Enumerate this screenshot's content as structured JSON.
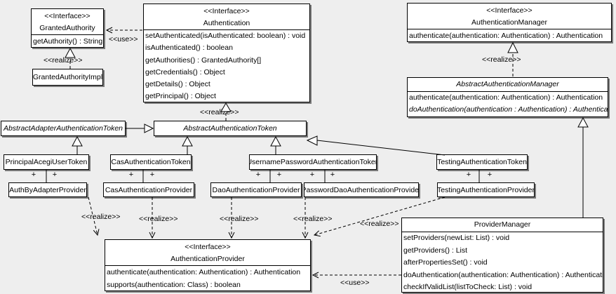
{
  "labels": {
    "use": "<<use>>",
    "realize": "<<realize>>",
    "plus": "+"
  },
  "colors": {
    "background": "#eeeeee",
    "box_fill": "#ffffff",
    "line": "#000000",
    "shadow": "#7a7a7a"
  },
  "classes": {
    "granted_authority": {
      "stereotype": "<<Interface>>",
      "name": "GrantedAuthority",
      "methods": [
        "getAuthority() : String"
      ]
    },
    "granted_authority_impl": {
      "name": "GrantedAuthorityImpl"
    },
    "authentication": {
      "stereotype": "<<Interface>>",
      "name": "Authentication",
      "methods": [
        "setAuthenticated(isAuthenticated: boolean) : void",
        "isAuthenticated() : boolean",
        "getAuthorities() : GrantedAuthority[]",
        "getCredentials() : Object",
        "getDetails() : Object",
        "getPrincipal() : Object"
      ]
    },
    "authentication_manager": {
      "stereotype": "<<Interface>>",
      "name": "AuthenticationManager",
      "methods": [
        "authenticate(authentication: Authentication) : Authentication"
      ]
    },
    "abstract_authentication_manager": {
      "name": "AbstractAuthenticationManager",
      "methods": [
        "authenticate(authentication: Authentication) : Authentication",
        "doAuthentication(authentication : Authentication) : Authentication"
      ]
    },
    "abstract_adapter_authentication_token": {
      "name": "AbstractAdapterAuthenticationToken"
    },
    "abstract_authentication_token": {
      "name": "AbstractAuthenticationToken"
    },
    "principal_acegi_user_token": {
      "name": "PrincipalAcegiUserToken"
    },
    "cas_authentication_token": {
      "name": "CasAuthenticationToken"
    },
    "username_password_authentication_token": {
      "name": "UsernamePasswordAuthenticationToken"
    },
    "testing_authentication_token": {
      "name": "TestingAuthenticationToken"
    },
    "auth_by_adapter_provider": {
      "name": "AuthByAdapterProvider"
    },
    "cas_authentication_provider": {
      "name": "CasAuthenticationProvider"
    },
    "dao_authentication_provider": {
      "name": "DaoAuthenticationProvider"
    },
    "password_dao_authentication_provider": {
      "name": "PasswordDaoAuthenticationProvider"
    },
    "testing_authentication_provider": {
      "name": "TestingAuthenticationProvider"
    },
    "authentication_provider": {
      "stereotype": "<<Interface>>",
      "name": "AuthenticationProvider",
      "methods": [
        "authenticate(authentication: Authentication) : Authentication",
        "supports(authentication: Class) : boolean"
      ]
    },
    "provider_manager": {
      "name": "ProviderManager",
      "methods": [
        "setProviders(newList: List) : void",
        "getProviders() : List",
        "afterPropertiesSet() : void",
        "doAuthentication(authentication: Authentication) : Authentication",
        "checkIfValidList(listToCheck: List) : void"
      ]
    }
  }
}
